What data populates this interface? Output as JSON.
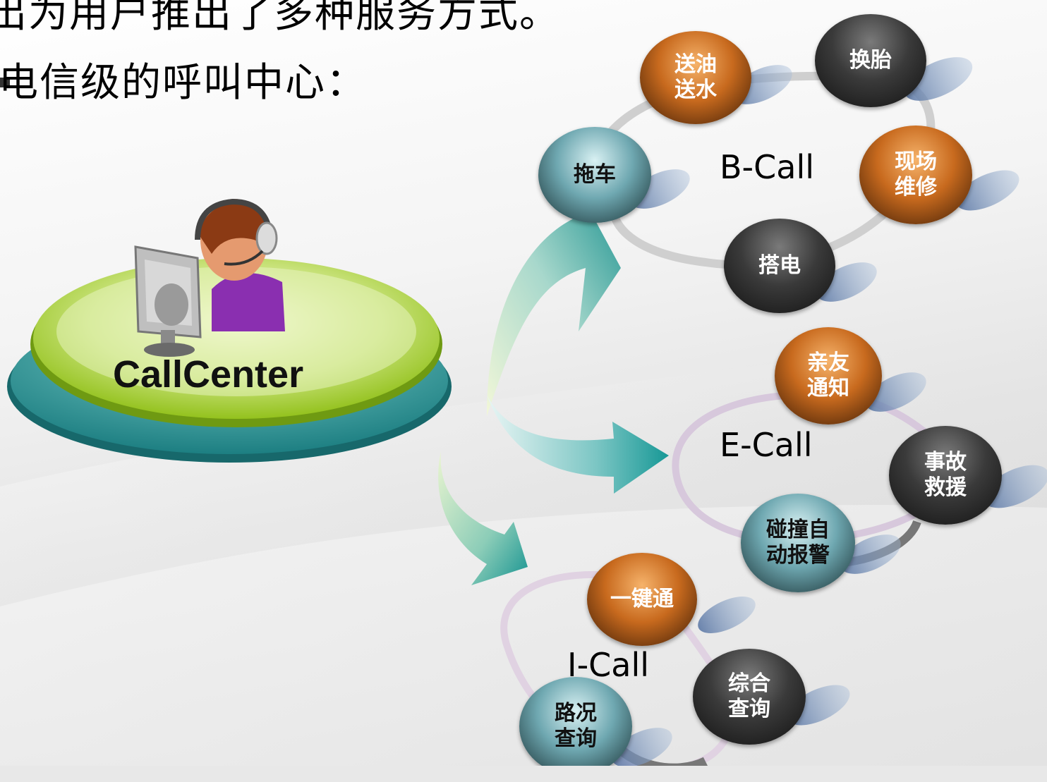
{
  "heading": {
    "line1": "出为用户推出了多种服务方式。",
    "line2": "电信级的呼叫中心："
  },
  "center": {
    "label": "CallCenter",
    "icon": "operator-headset-icon"
  },
  "groups": [
    {
      "name": "B-Call",
      "items": [
        {
          "label": "送油送水",
          "lines": [
            "送油",
            "送水"
          ],
          "style": "orange"
        },
        {
          "label": "换胎",
          "lines": [
            "换胎"
          ],
          "style": "dark"
        },
        {
          "label": "拖车",
          "lines": [
            "拖车"
          ],
          "style": "teal"
        },
        {
          "label": "现场维修",
          "lines": [
            "现场",
            "维修"
          ],
          "style": "orange"
        },
        {
          "label": "搭电",
          "lines": [
            "搭电"
          ],
          "style": "dark"
        }
      ]
    },
    {
      "name": "E-Call",
      "items": [
        {
          "label": "亲友通知",
          "lines": [
            "亲友",
            "通知"
          ],
          "style": "orange"
        },
        {
          "label": "事故救援",
          "lines": [
            "事故",
            "救援"
          ],
          "style": "dark"
        },
        {
          "label": "碰撞自动报警",
          "lines": [
            "碰撞自",
            "动报警"
          ],
          "style": "teal"
        }
      ]
    },
    {
      "name": "I-Call",
      "items": [
        {
          "label": "一键通",
          "lines": [
            "一键通"
          ],
          "style": "orange"
        },
        {
          "label": "综合查询",
          "lines": [
            "综合",
            "查询"
          ],
          "style": "dark"
        },
        {
          "label": "路况查询",
          "lines": [
            "路况",
            "查询"
          ],
          "style": "teal"
        }
      ]
    }
  ],
  "colors": {
    "platform_green": "#9ccc2e",
    "platform_teal": "#2f9a9c",
    "arrow_teal": "#1f9a96",
    "orange_node": "#c86a1e",
    "dark_node": "#2d2d2d",
    "teal_node": "#6fa8b1"
  }
}
